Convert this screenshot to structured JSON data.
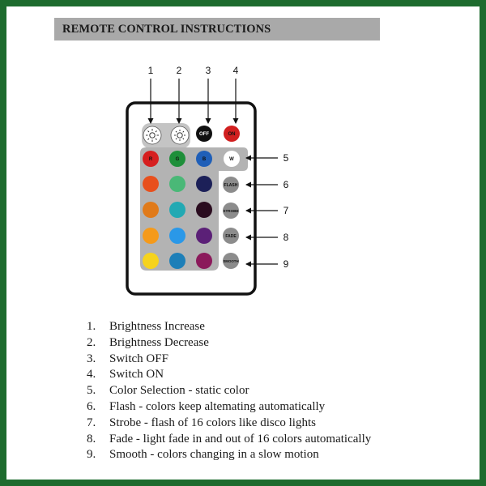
{
  "header": {
    "title": "REMOTE CONTROL INSTRUCTIONS"
  },
  "callout_numbers": [
    "1",
    "2",
    "3",
    "4",
    "5",
    "6",
    "7",
    "8",
    "9"
  ],
  "remote": {
    "buttons": {
      "brightness_up_icon": "sun-plus-icon",
      "brightness_down_icon": "sun-minus-icon",
      "off": "OFF",
      "on": "ON",
      "r": "R",
      "g": "G",
      "b": "B",
      "w": "W",
      "flash": "FLASH",
      "strobe": "STROBE",
      "fade": "FADE",
      "smooth": "SMOOTH"
    },
    "colors": {
      "body": "#ffffff",
      "outline": "#111111",
      "panel": "#b3b3b3",
      "off": "#111111",
      "on": "#d11f1f",
      "mode_button": "#8c8c8c",
      "grid": [
        [
          "#d61f1f",
          "#1e8f3a",
          "#1f5fb8"
        ],
        [
          "#e8501d",
          "#4ab877",
          "#1c2058"
        ],
        [
          "#e07a1a",
          "#22a9b3",
          "#2a0c1f"
        ],
        [
          "#f59a1a",
          "#2a98e8",
          "#5b2077"
        ],
        [
          "#f6d31c",
          "#1d7fb8",
          "#8b1a5b"
        ]
      ]
    }
  },
  "instructions": [
    {
      "num": "1.",
      "text": "Brightness Increase"
    },
    {
      "num": "2.",
      "text": "Brightness Decrease"
    },
    {
      "num": "3.",
      "text": "Switch OFF"
    },
    {
      "num": "4.",
      "text": "Switch ON"
    },
    {
      "num": "5.",
      "text": "Color Selection - static color"
    },
    {
      "num": "6.",
      "text": "Flash - colors keep altemating automatically"
    },
    {
      "num": "7.",
      "text": "Strobe - flash of 16 colors like disco lights"
    },
    {
      "num": "8.",
      "text": "Fade - light fade in and out of 16  colors automatically"
    },
    {
      "num": "9.",
      "text": "Smooth - colors changing in a slow motion"
    }
  ]
}
